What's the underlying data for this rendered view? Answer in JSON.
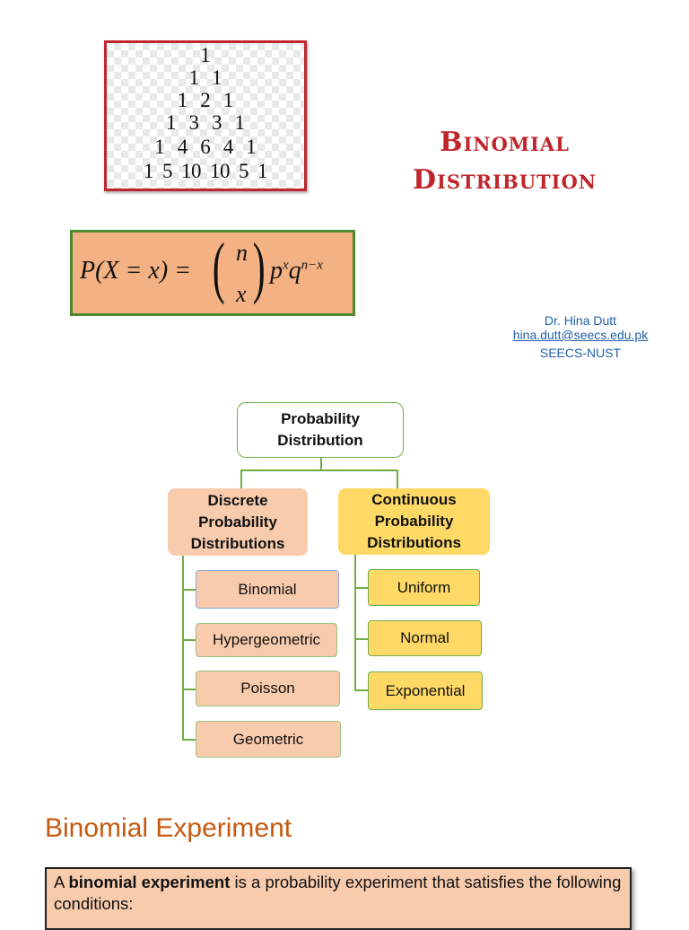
{
  "pascal_triangle": {
    "rows": [
      [
        "1"
      ],
      [
        "1",
        "1"
      ],
      [
        "1",
        "2",
        "1"
      ],
      [
        "1",
        "3",
        "3",
        "1"
      ],
      [
        "1",
        "4",
        "6",
        "4",
        "1"
      ],
      [
        "1",
        "5",
        "10",
        "10",
        "5",
        "1"
      ]
    ],
    "border_color": "#c0262b"
  },
  "title": {
    "line1": "Binomial",
    "line2": "Distribution",
    "color": "#c0262b"
  },
  "formula": {
    "lhs": "P(X = x) =",
    "binom_top": "n",
    "binom_bottom": "x",
    "p": "p",
    "p_exp": "x",
    "q": "q",
    "q_exp": "n−x",
    "background": "#f4b183",
    "border_color": "#4e8a2f"
  },
  "author": {
    "name": "Dr. Hina Dutt",
    "email": "hina.dutt@seecs.edu.pk",
    "affiliation": "SEECS-NUST"
  },
  "diagram": {
    "root": {
      "line1": "Probability",
      "line2": "Distribution"
    },
    "discrete": {
      "line1": "Discrete",
      "line2": "Probability",
      "line3": "Distributions",
      "items": [
        "Binomial",
        "Hypergeometric",
        "Poisson",
        "Geometric"
      ]
    },
    "continuous": {
      "line1": "Continuous",
      "line2": "Probability",
      "line3": "Distributions",
      "items": [
        "Uniform",
        "Normal",
        "Exponential"
      ]
    }
  },
  "section": {
    "heading": "Binomial Experiment",
    "box": {
      "prefix": "A ",
      "bold": "binomial experiment",
      "suffix": " is a probability experiment that satisfies the following conditions:"
    }
  }
}
